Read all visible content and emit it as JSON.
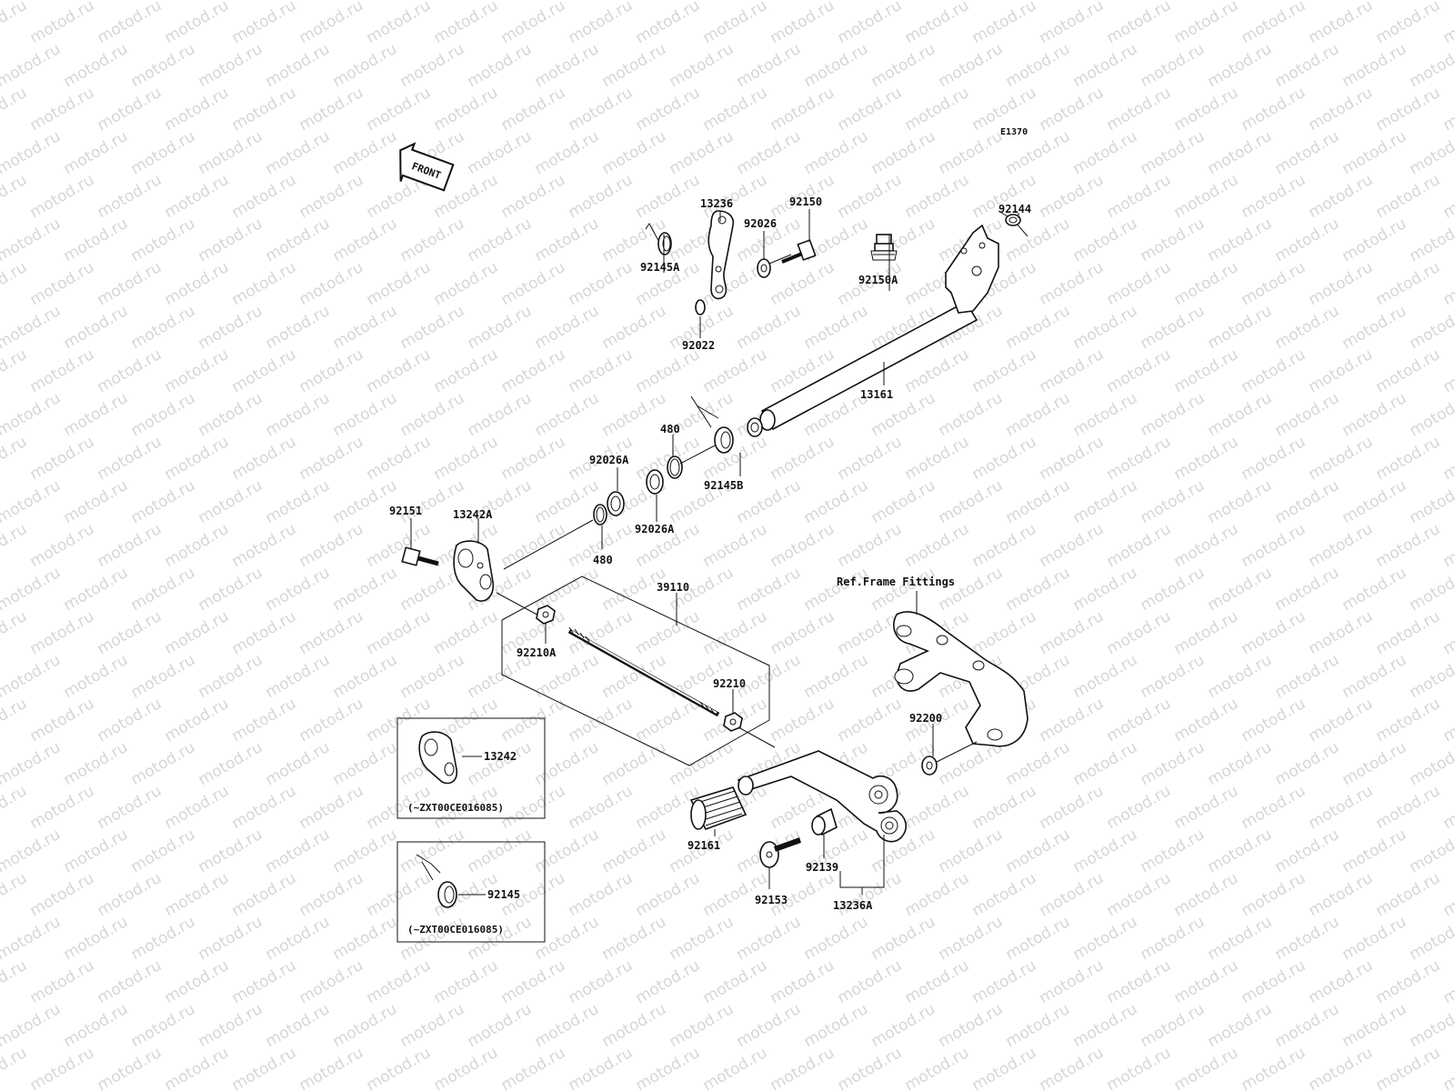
{
  "diagram": {
    "code": "E1370",
    "front_arrow": "FRONT",
    "ref_note": "Ref.Frame Fittings",
    "watermark": "motod.ru",
    "parts": {
      "p13236": "13236",
      "p92150": "92150",
      "p92026": "92026",
      "p92145A": "92145A",
      "p92022": "92022",
      "p92144": "92144",
      "p92150A": "92150A",
      "p13161": "13161",
      "p480_top": "480",
      "p92026A_top": "92026A",
      "p92145B": "92145B",
      "p92026A_bot": "92026A",
      "p480_bot": "480",
      "p92151": "92151",
      "p13242A": "13242A",
      "p39110": "39110",
      "p92210A": "92210A",
      "p92210": "92210",
      "p92200": "92200",
      "p92161": "92161",
      "p92139": "92139",
      "p92153": "92153",
      "p13236A": "13236A"
    },
    "inset1": {
      "part": "13242",
      "note": "(~ZXT00CE016085)"
    },
    "inset2": {
      "part": "92145",
      "note": "(~ZXT00CE016085)"
    }
  }
}
